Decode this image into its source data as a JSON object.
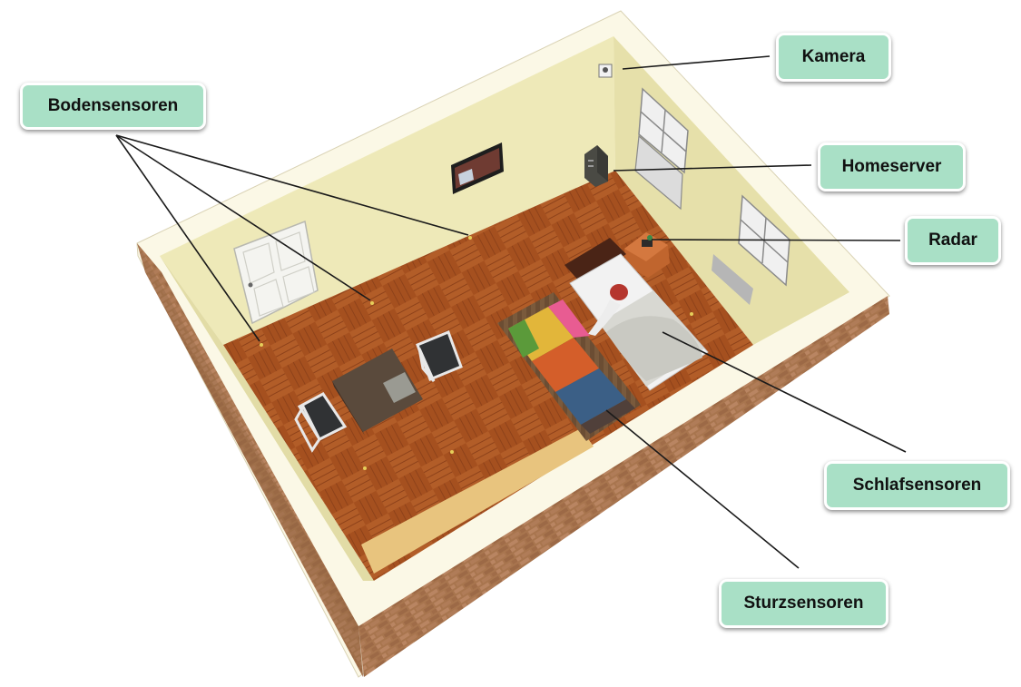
{
  "callouts": {
    "bodensensoren": "Bodensensoren",
    "kamera": "Kamera",
    "homeserver": "Homeserver",
    "radar": "Radar",
    "schlafsensoren": "Schlafsensoren",
    "sturzsensoren": "Sturzsensoren"
  },
  "colors": {
    "callout_fill": "#a9e0c6",
    "floor": "#a5501f",
    "wall_inner": "#eee9b8",
    "wall_outer_brick": "#a8754e",
    "wall_top": "#fbf8e6"
  },
  "icons": [
    "camera-icon",
    "homeserver-icon",
    "radar-icon"
  ]
}
